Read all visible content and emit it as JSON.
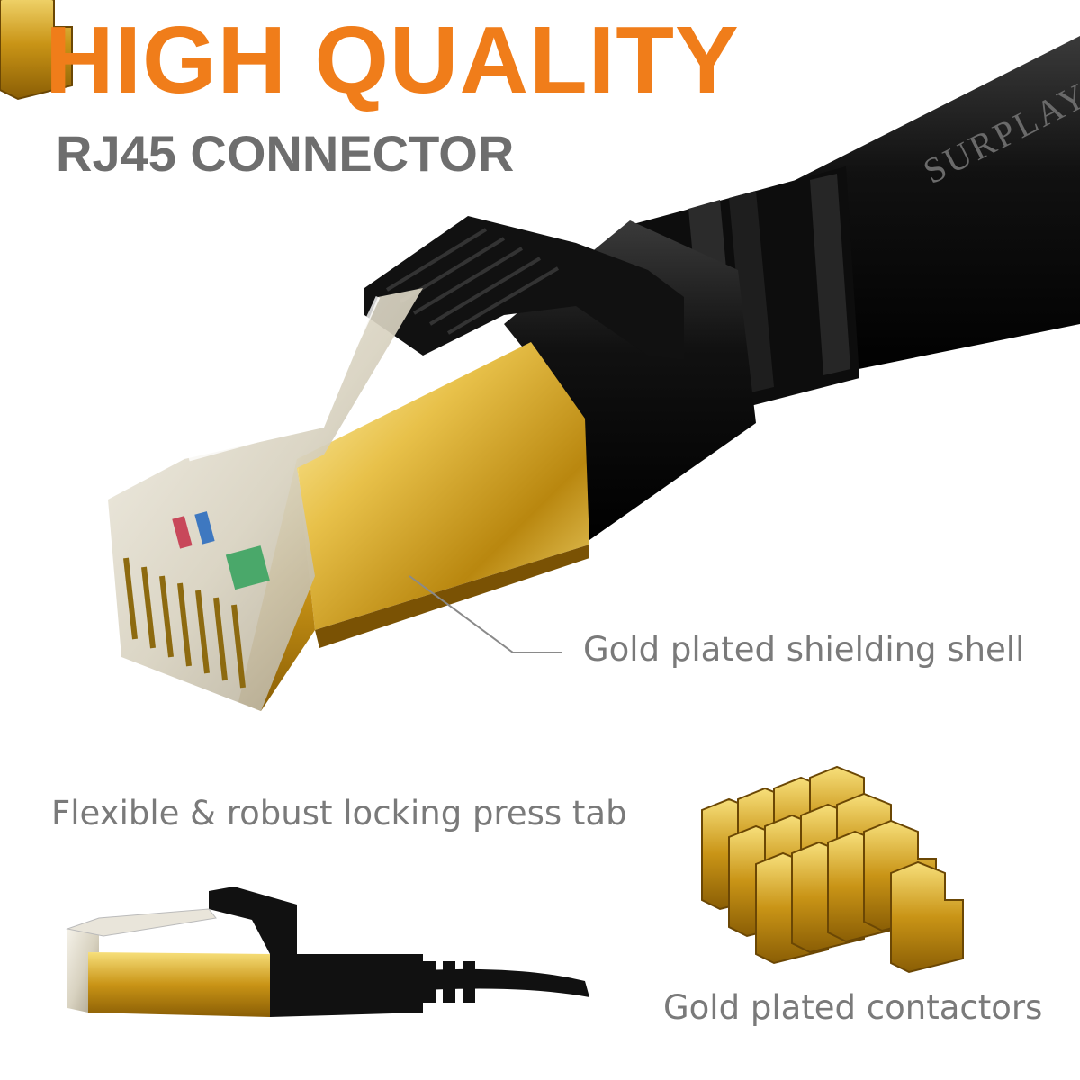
{
  "header": {
    "title": "HIGH QUALITY",
    "subtitle": "RJ45 CONNECTOR"
  },
  "product": {
    "cable_brand_text": "SURPLAY"
  },
  "callouts": {
    "shell": "Gold plated shielding shell",
    "tab": "Flexible & robust locking press tab",
    "contactors": "Gold plated contactors"
  },
  "colors": {
    "accent_orange": "#f07d1a",
    "text_gray": "#6e6e6e",
    "gold": "#d9a81e",
    "cable_black": "#141414"
  }
}
